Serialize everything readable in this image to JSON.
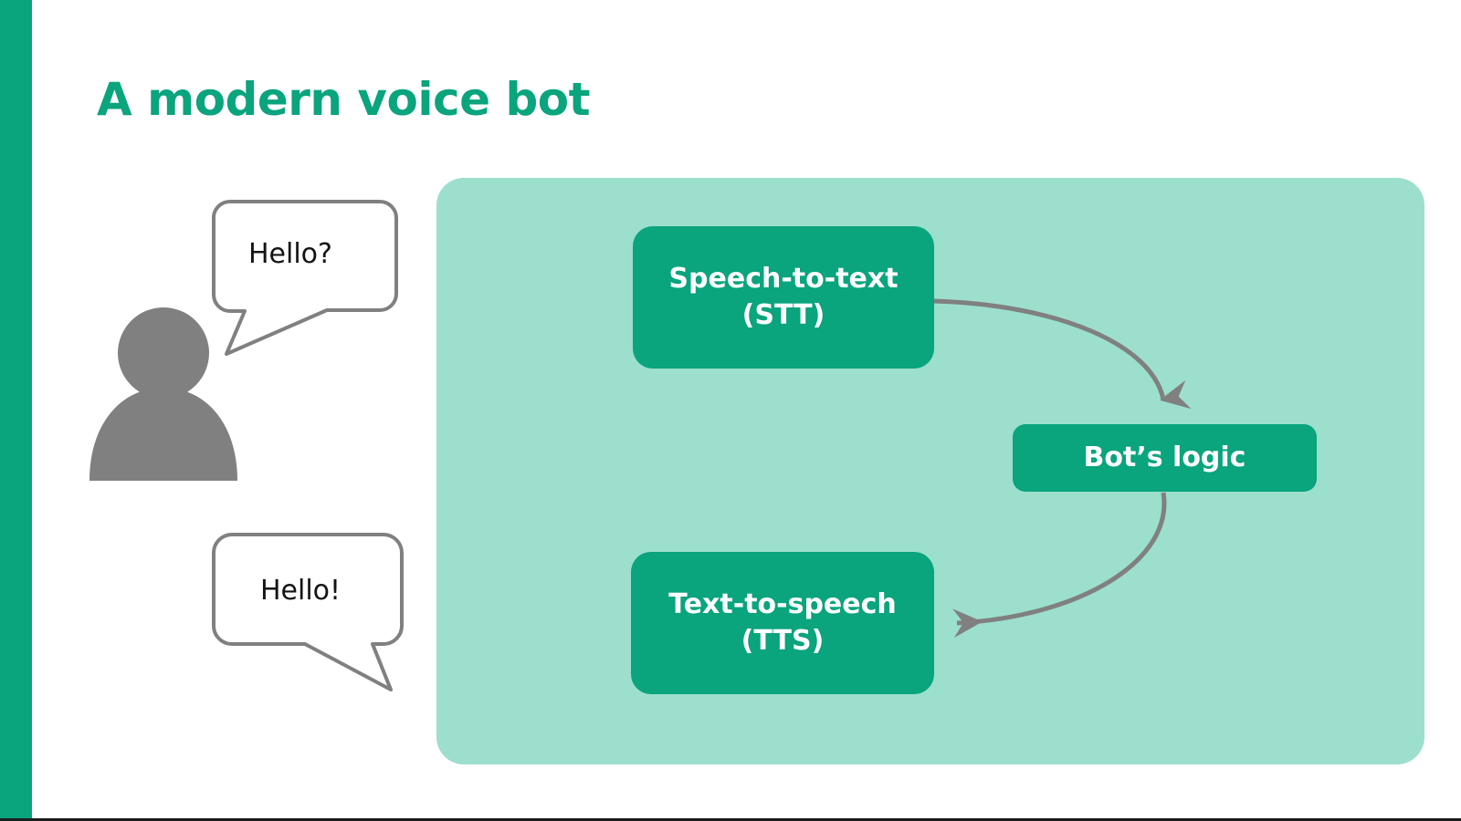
{
  "slide": {
    "title": "A modern voice bot",
    "accent_color": "#0aa47d",
    "panel_color": "#9cdfcd",
    "box_color": "#0aa47d",
    "box_text_color": "#ffffff",
    "person_color": "#808080",
    "arrow_color": "#808080",
    "bubble_stroke_color": "#808080",
    "bubble_text_color": "#141414",
    "rule_color": "#1c1c1c"
  },
  "user": {
    "avatar_name": "person-silhouette",
    "bubbles": [
      {
        "id": "user-question",
        "text": "Hello?",
        "tail": "down-left"
      },
      {
        "id": "bot-answer",
        "text": "Hello!",
        "tail": "down-right"
      }
    ]
  },
  "diagram": {
    "type": "flow",
    "boxes": [
      {
        "id": "stt",
        "label": "Speech-to-text\n(STT)",
        "line1": "Speech-to-text",
        "line2": "(STT)"
      },
      {
        "id": "logic",
        "label": "Bot’s logic",
        "line1": "Bot’s logic",
        "line2": ""
      },
      {
        "id": "tts",
        "label": "Text-to-speech\n(TTS)",
        "line1": "Text-to-speech",
        "line2": "(TTS)"
      }
    ],
    "arrows": [
      {
        "id": "stt-to-logic",
        "from": "stt",
        "to": "logic",
        "direction": "clockwise"
      },
      {
        "id": "logic-to-tts",
        "from": "logic",
        "to": "tts",
        "direction": "clockwise"
      }
    ]
  }
}
